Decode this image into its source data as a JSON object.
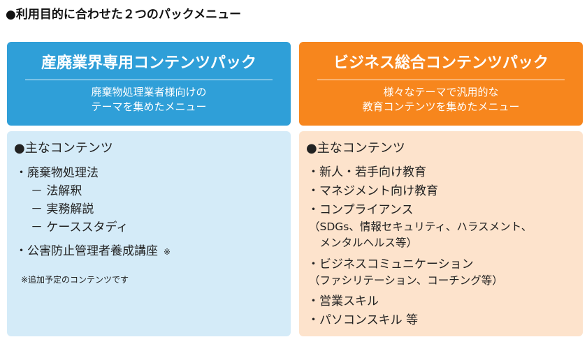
{
  "page": {
    "title": "●利用目的に合わせた２つのパックメニュー"
  },
  "colors": {
    "left_header": "#2f9fd8",
    "left_body": "#d4ebf8",
    "right_header": "#f7861d",
    "right_body": "#fde3cc"
  },
  "left_pack": {
    "title": "産廃業界専用コンテンツパック",
    "subtitle_line1": "廃棄物処理業者様向けの",
    "subtitle_line2": "テーマを集めたメニュー",
    "heading": "●主なコンテンツ",
    "items": [
      "・廃棄物処理法",
      "－ 法解釈",
      "－ 実務解説",
      "－ ケーススタディ",
      "・公害防止管理者養成講座"
    ],
    "item5_mark": "※",
    "note": "※追加予定のコンテンツです"
  },
  "right_pack": {
    "title": "ビジネス総合コンテンツパック",
    "subtitle_line1": "様々なテーマで汎用的な",
    "subtitle_line2": "教育コンテンツを集めたメニュー",
    "heading": "●主なコンテンツ",
    "items": [
      "・新人・若手向け教育",
      "・マネジメント向け教育",
      "・コンプライアンス",
      "（SDGs、情報セキュリティ、ハラスメント、",
      "　メンタルヘルス等）",
      "・ビジネスコミュニケーション",
      "（ファシリテーション、コーチング等）",
      "・営業スキル",
      "・パソコンスキル 等"
    ]
  }
}
